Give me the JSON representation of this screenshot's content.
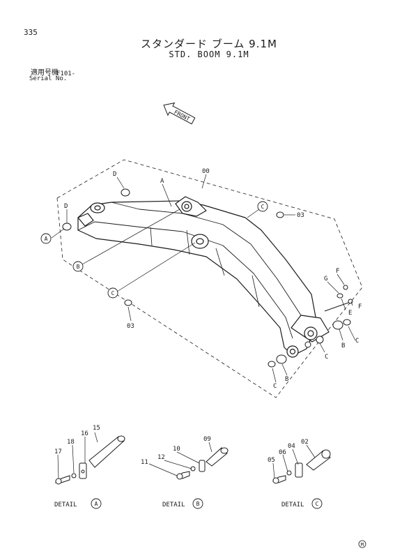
{
  "page_number": "335",
  "title_jp": "スタンダード ブーム 9.1M",
  "title_en": "STD. BOOM 9.1M",
  "serial": {
    "label_jp": "適用号機",
    "label_en": "Serial No.",
    "value": "F101-"
  },
  "front_label": "FRONT",
  "main_labels": {
    "assembly": "00",
    "a": "A",
    "b": "B",
    "c": "C",
    "d": "D",
    "e": "E",
    "f": "F",
    "g": "G",
    "part03": "03"
  },
  "details": [
    {
      "caption": "DETAIL",
      "letter": "A",
      "parts": [
        "15",
        "16",
        "17",
        "18"
      ]
    },
    {
      "caption": "DETAIL",
      "letter": "B",
      "parts": [
        "09",
        "10",
        "11",
        "12"
      ]
    },
    {
      "caption": "DETAIL",
      "letter": "C",
      "parts": [
        "02",
        "04",
        "05",
        "06"
      ]
    }
  ],
  "footer_mark": "M"
}
